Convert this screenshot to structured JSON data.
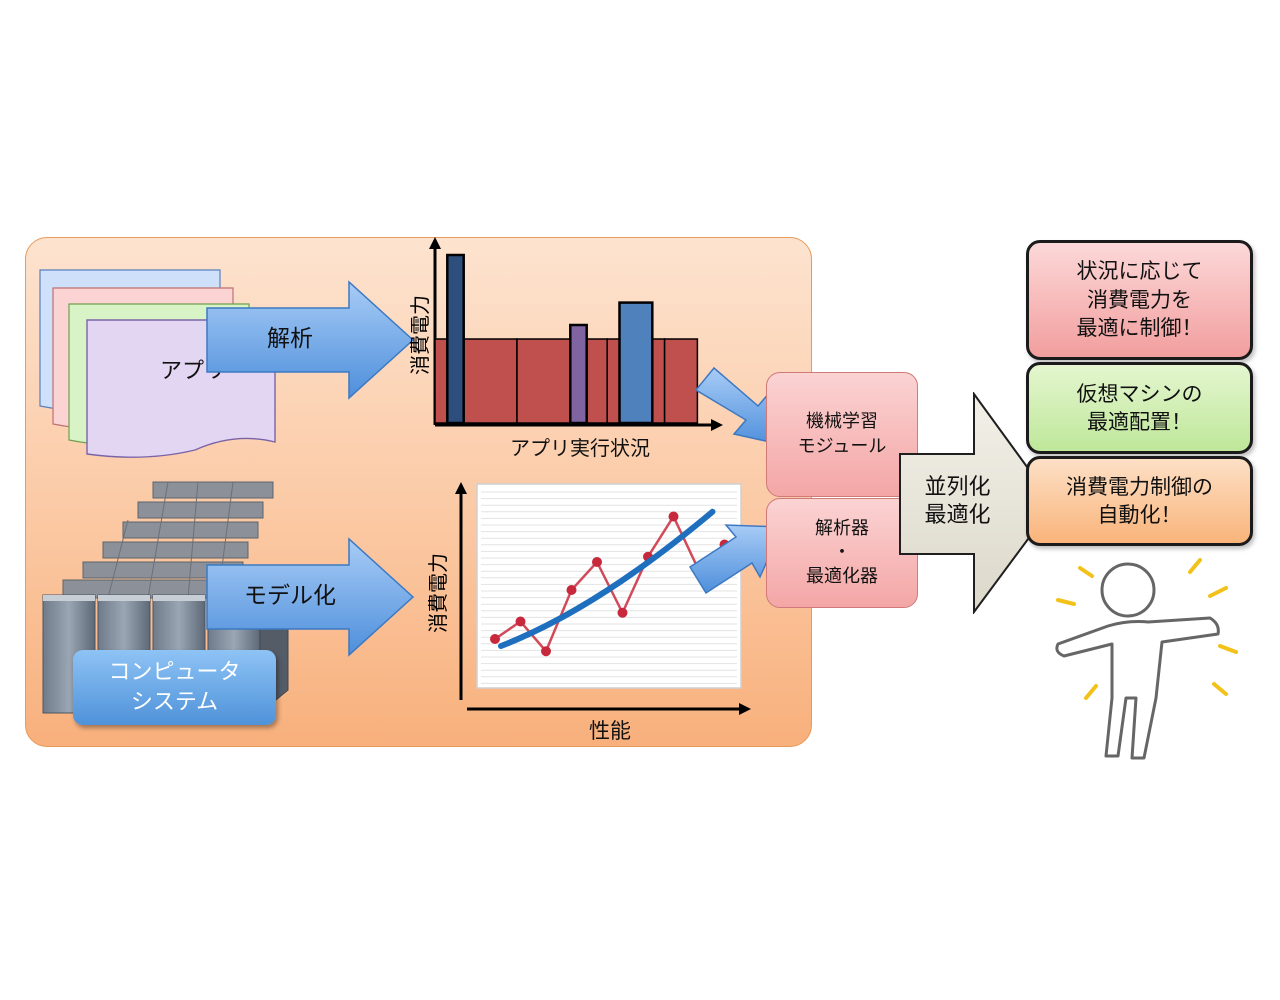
{
  "doc_labels": {
    "app": "アプリ"
  },
  "arrows": {
    "analysis": "解析",
    "modeling": "モデル化",
    "parallel_line1": "並列化",
    "parallel_line2": "最適化"
  },
  "system_tag": {
    "line1": "コンピュータ",
    "line2": "システム"
  },
  "bar_chart": {
    "ylabel": "消費電力",
    "xlabel": "アプリ実行状況"
  },
  "line_chart": {
    "ylabel": "消費電力",
    "xlabel": "性能"
  },
  "ml_module": {
    "line1": "機械学習",
    "line2": "モジュール"
  },
  "analyzer": {
    "line1": "解析器",
    "line2": "・",
    "line3": "最適化器"
  },
  "results": {
    "r1": {
      "line1": "状況に応じて",
      "line2": "消費電力を",
      "line3": "最適に制御！"
    },
    "r2": {
      "line1": "仮想マシンの",
      "line2": "最適配置！"
    },
    "r3": {
      "line1": "消費電力制御の",
      "line2": "自動化！"
    }
  },
  "colors": {
    "panel": "#fbc9a4",
    "arrow_blue": "#6aa3e6",
    "bar_red": "#c0504d",
    "bar_blue": "#4f81bd",
    "bar_purple": "#8064a2",
    "trend": "#1f6fbf"
  },
  "chart_data": [
    {
      "type": "bar",
      "ylabel": "消費電力",
      "xlabel": "アプリ実行状況",
      "series": [
        {
          "color": "#c0504d",
          "segments": [
            [
              0,
              20,
              30
            ],
            [
              20,
              42,
              30
            ],
            [
              42,
              56,
              30
            ],
            [
              56,
              64,
              30
            ]
          ]
        },
        {
          "color": "#2e4f7e",
          "bars": [
            [
              3,
              7,
              60
            ]
          ]
        },
        {
          "color": "#8064a2",
          "bars": [
            [
              33,
              37,
              35
            ]
          ]
        },
        {
          "color": "#4f81bd",
          "bars": [
            [
              45,
              53,
              43
            ]
          ]
        }
      ]
    },
    {
      "type": "line",
      "ylabel": "消費電力",
      "xlabel": "性能",
      "series": [
        {
          "color": "#d14a5a",
          "x": [
            1,
            2,
            3,
            4,
            5,
            6,
            7,
            8,
            9,
            10
          ],
          "y": [
            2.0,
            3.0,
            1.3,
            4.8,
            6.4,
            3.5,
            6.7,
            9.0,
            5.9,
            7.4
          ]
        },
        {
          "color": "#1f6fbf",
          "x": [
            1,
            10
          ],
          "y": [
            1.6,
            8.7
          ]
        }
      ]
    }
  ]
}
